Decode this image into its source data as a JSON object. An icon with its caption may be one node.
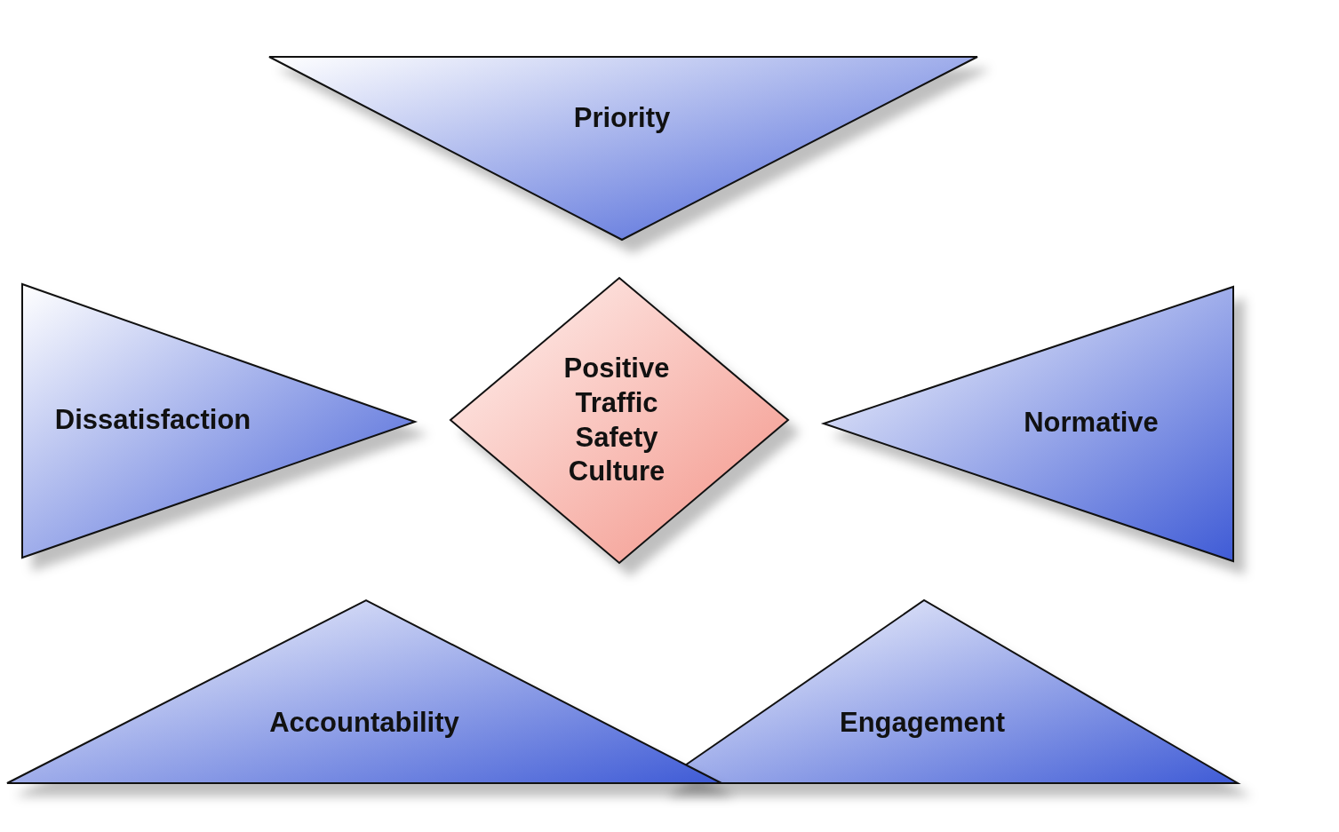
{
  "diagram": {
    "nodes": [
      {
        "text": [
          "Priority"
        ]
      },
      {
        "text": [
          "Dissatisfaction"
        ]
      },
      {
        "text": [
          "Positive Traffic Safety Culture"
        ]
      },
      {
        "text": [
          "Normative"
        ]
      },
      {
        "text": [
          "Accountability"
        ]
      },
      {
        "text": [
          "Engagement"
        ]
      }
    ],
    "edges": []
  }
}
